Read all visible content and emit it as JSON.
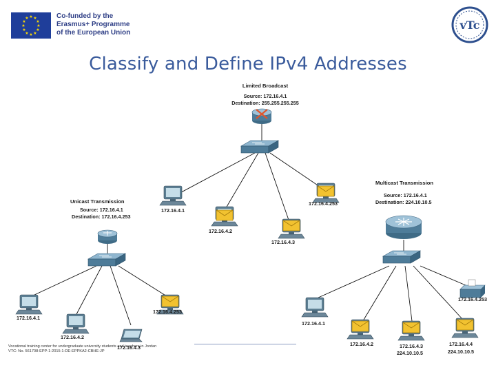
{
  "header": {
    "eu_text": [
      "Co-funded by the",
      "Erasmus+ Programme",
      "of the European Union"
    ],
    "logo_text": "vTc"
  },
  "title": "Classify and Define IPv4 Addresses",
  "broadcast": {
    "title": "Limited Broadcast",
    "source": "Source: 172.16.4.1",
    "destination": "Destination: 255.255.255.255",
    "labels": [
      "172.16.4.1",
      "172.16.4.2",
      "172.16.4.3",
      "172.16.4.253"
    ]
  },
  "unicast": {
    "title": "Unicast Transmission",
    "source": "Source: 172.16.4.1",
    "destination": "Destination: 172.16.4.253",
    "labels": [
      "172.16.4.1",
      "172.16.4.2",
      "172.16.4.3",
      "172.16.4.253"
    ]
  },
  "multicast": {
    "title": "Multicast Transmission",
    "source": "Source: 172.16.4.1",
    "destination": "Destination: 224.10.10.5",
    "labels": [
      "172.16.4.1",
      "172.16.4.2",
      "172.16.4.3",
      "224.10.10.5",
      "172.16.4.4",
      "224.10.10.5",
      "172.16.4.253"
    ]
  },
  "footer": [
    "Vocational training center for undergraduate university students and teachers in Jordan",
    "VTC: No. 561708-EPP-1-2015-1-DE-EPPKA2-CBHE-JP"
  ],
  "colors": {
    "title": "#3a5b9c",
    "eu_blue": "#1f3e9a",
    "switch": "#4e7c99",
    "envelope": "#f2c230"
  }
}
